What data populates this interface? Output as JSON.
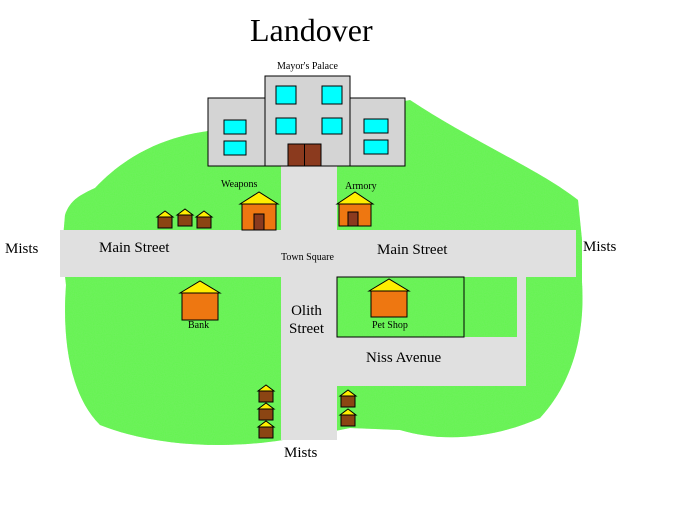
{
  "map": {
    "title": "Landover",
    "colors": {
      "grass": "#33ee22",
      "grass_light": "#8cf57a",
      "road": "#e0e0e0",
      "building": "#d4d4d4",
      "window": "#00ffff",
      "door": "#8b3a1e",
      "house_wall": "#ee7711",
      "house_roof": "#ffee00",
      "hut_wall": "#8b4513"
    },
    "labels": {
      "mayors_palace": "Mayor's Palace",
      "weapons": "Weapons",
      "armory": "Armory",
      "mists_west": "Mists",
      "mists_east": "Mists",
      "mists_south": "Mists",
      "main_street_west": "Main Street",
      "main_street_east": "Main Street",
      "town_square": "Town Square",
      "bank": "Bank",
      "pet_shop": "Pet Shop",
      "olith_street_line1": "Olith",
      "olith_street_line2": "Street",
      "niss_avenue": "Niss Avenue"
    }
  }
}
